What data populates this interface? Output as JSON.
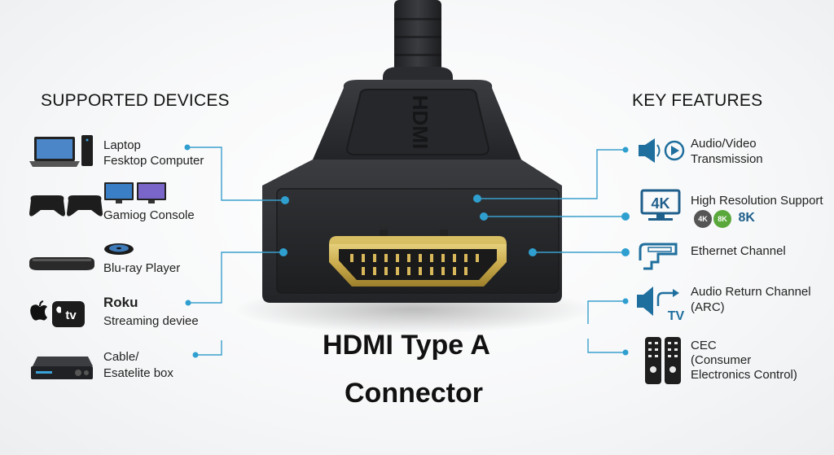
{
  "left_section": {
    "heading": "SUPPORTED DEVICES",
    "devices": [
      {
        "line1": "Laptop",
        "line2": "Fesktop Computer",
        "icon": "laptop-desktop-icon"
      },
      {
        "line1": "Gamiog Console",
        "icon": "game-console-icon"
      },
      {
        "line1": "Blu-ray Player",
        "icon": "bluray-player-icon"
      },
      {
        "line1": "Roku",
        "line2": "Streaming deviee",
        "brand_tv": "tv",
        "icon": "apple-tv-icon"
      },
      {
        "line1": "Cable/",
        "line2": "Esatelite box",
        "icon": "cable-box-icon"
      }
    ]
  },
  "right_section": {
    "heading": "KEY FEATURES",
    "features": [
      {
        "line1": "Audio/Video",
        "line2": "Transmission",
        "icon": "audio-video-icon"
      },
      {
        "line1": "High Resolution Support",
        "badge_4k": "4K",
        "badge_8k": "8K",
        "extra": "8K",
        "icon_text": "4K",
        "icon": "hd-monitor-icon"
      },
      {
        "line1": "Ethernet Channel",
        "icon": "ethernet-icon"
      },
      {
        "line1": "Audio Return Channel",
        "line2": "(ARC)",
        "icon_text": "TV",
        "icon": "arc-icon"
      },
      {
        "line1": "CEC",
        "line2": "(Consumer",
        "line3": "Electronics Control)",
        "icon": "remote-icon"
      }
    ]
  },
  "center": {
    "title_line1": "HDMI Type A",
    "title_line2": "Connector",
    "embossed_logo": "HDMI"
  },
  "colors": {
    "accent": "#2f9fd0",
    "connector_body": "#2b2d30",
    "gold": "#c9a94a"
  }
}
